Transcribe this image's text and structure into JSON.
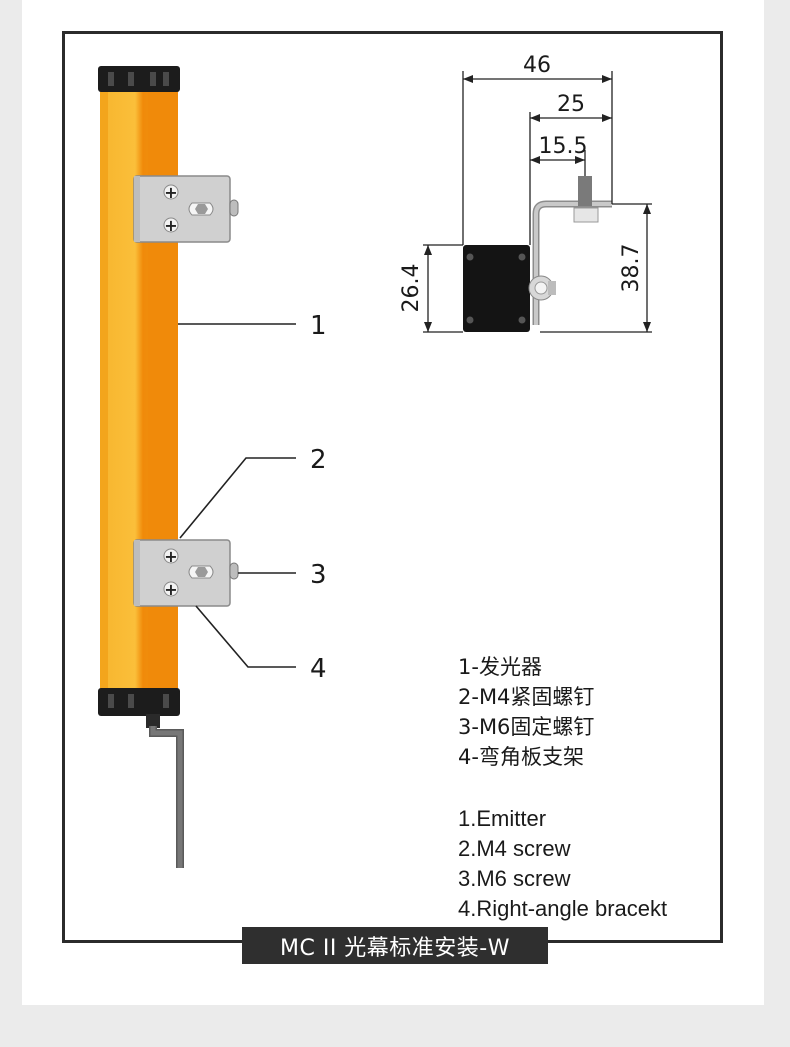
{
  "dimensions": {
    "width_total": "46",
    "width_bracket": "25",
    "width_screw": "15.5",
    "height_body": "26.4",
    "height_total": "38.7"
  },
  "callouts": [
    "1",
    "2",
    "3",
    "4"
  ],
  "legend": {
    "zh": [
      "1-发光器",
      "2-M4紧固螺钉",
      "3-M6固定螺钉",
      "4-弯角板支架"
    ],
    "en": [
      "1.Emitter",
      "2.M4 screw",
      "3.M6 screw",
      "4.Right-angle bracekt"
    ]
  },
  "caption": "MC II 光幕标准安装-W",
  "colors": {
    "emitter_body": "#f5a623",
    "emitter_stripe": "#f08a0a",
    "bracket": "#d0d0d0",
    "cap": "#1c1c1c",
    "frame": "#2b2b2b",
    "caption_bg": "#2f2f2f"
  }
}
